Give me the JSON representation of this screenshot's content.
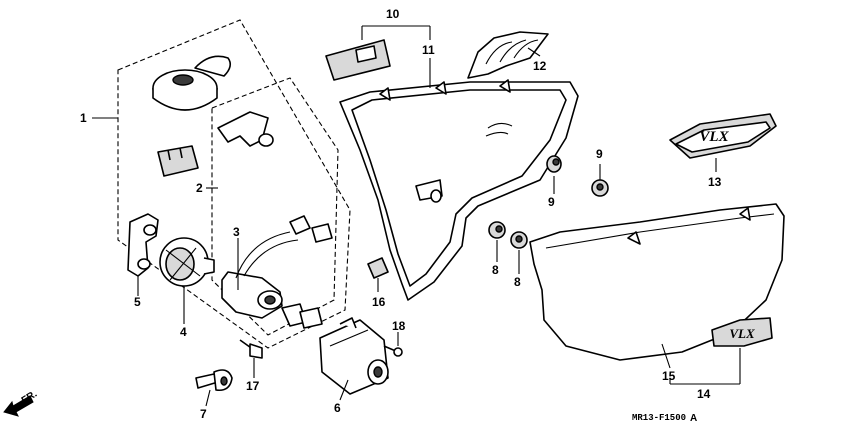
{
  "callouts": {
    "c1": "1",
    "c2": "2",
    "c3": "3",
    "c4": "4",
    "c5": "5",
    "c6": "6",
    "c7": "7",
    "c8a": "8",
    "c8b": "8",
    "c9a": "9",
    "c9b": "9",
    "c10": "10",
    "c11": "11",
    "c12": "12",
    "c13": "13",
    "c14": "14",
    "c15": "15",
    "c16": "16",
    "c17": "17",
    "c18": "18"
  },
  "direction_label": "FR.",
  "diagram_code": "MR13-F1500",
  "diagram_code_suffix": "A",
  "emblem_text": "VLX"
}
